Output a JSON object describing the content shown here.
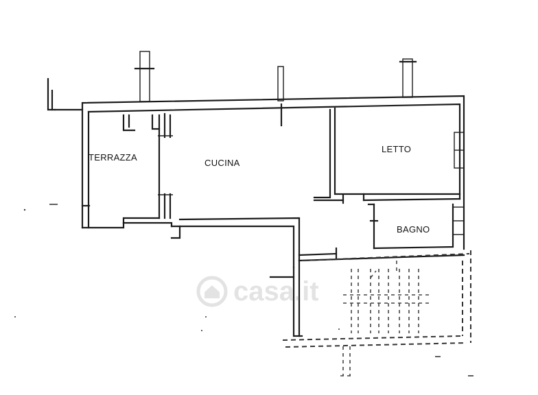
{
  "rooms": {
    "terrazza": "TERRAZZA",
    "cucina": "CUCINA",
    "letto": "LETTO",
    "bagno": "BAGNO"
  },
  "watermark": {
    "text": "casa.it",
    "icon": "house-logo-icon",
    "color": "#555555"
  },
  "colors": {
    "wall": "#1a1a1a",
    "background": "#ffffff"
  }
}
